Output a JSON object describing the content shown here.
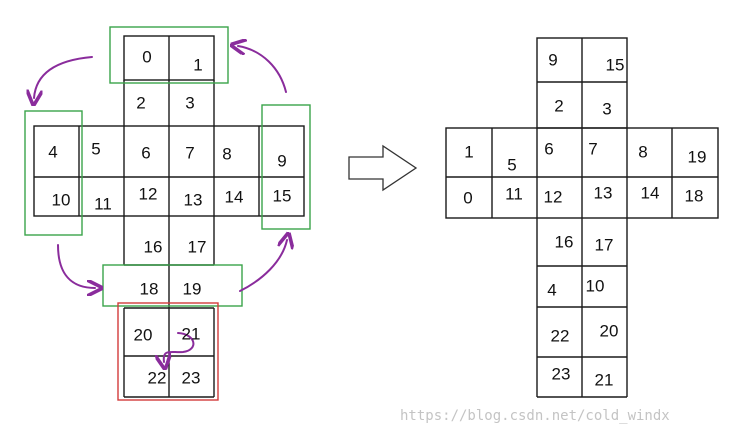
{
  "diagram": {
    "left_net_labels": {
      "top_row1": [
        "0",
        "1"
      ],
      "top_row2": [
        "2",
        "3"
      ],
      "mid_row1": [
        "4",
        "5",
        "6",
        "7",
        "8",
        "9"
      ],
      "mid_row2": [
        "10",
        "11",
        "12",
        "13",
        "14",
        "15"
      ],
      "bottom_row1": [
        "16",
        "17"
      ],
      "bottom_row2": [
        "18",
        "19"
      ],
      "back_row1": [
        "20",
        "21"
      ],
      "back_row2": [
        "22",
        "23"
      ]
    },
    "right_net_labels": {
      "top_row1": [
        "9",
        "15"
      ],
      "top_row2": [
        "2",
        "3"
      ],
      "mid_row1": [
        "1",
        "5",
        "6",
        "7",
        "8",
        "19"
      ],
      "mid_row2": [
        "0",
        "11",
        "12",
        "13",
        "14",
        "18"
      ],
      "bottom_row1": [
        "16",
        "17"
      ],
      "bottom_row2": [
        "4",
        "10"
      ],
      "back_row1": [
        "22",
        "20"
      ],
      "back_row2": [
        "23",
        "21"
      ]
    },
    "colors": {
      "grid": "#1a1a1a",
      "green_box": "#3aa44a",
      "red_box": "#d23b3b",
      "purple_arrow": "#8a2c9c",
      "transform_arrow": "#333333"
    },
    "watermark": "https://blog.csdn.net/cold_windx"
  }
}
